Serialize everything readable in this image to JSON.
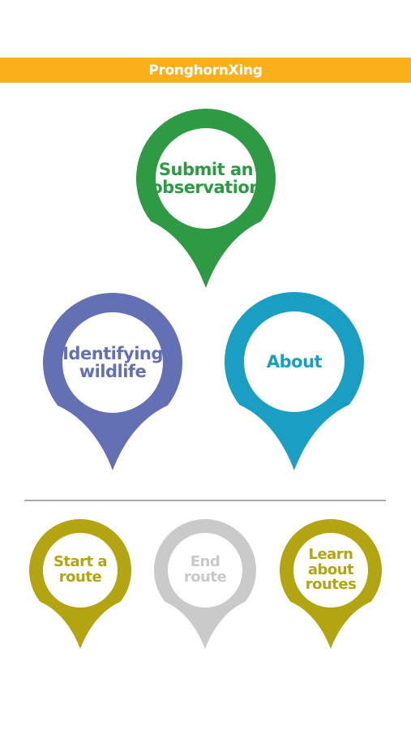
{
  "app": {
    "title": "PronghornXing",
    "header_color": "#FBAF1B"
  },
  "main_menu": {
    "items": [
      {
        "id": "submit-observation",
        "label": "Submit an\nobservation",
        "color": "#2E9A44"
      },
      {
        "id": "identifying-wildlife",
        "label": "Identifying\nwildlife",
        "color": "#6370B4"
      },
      {
        "id": "about",
        "label": "About",
        "color": "#1A9EC4"
      }
    ]
  },
  "divider_color": "#A8A8A8",
  "route_menu": {
    "items": [
      {
        "id": "start-route",
        "label": "Start a\nroute",
        "color": "#B2A511",
        "enabled": true
      },
      {
        "id": "end-route",
        "label": "End\nroute",
        "color": "#CACACA",
        "enabled": false
      },
      {
        "id": "learn-routes",
        "label": "Learn\nabout\nroutes",
        "color": "#B2A511",
        "enabled": true
      }
    ]
  }
}
